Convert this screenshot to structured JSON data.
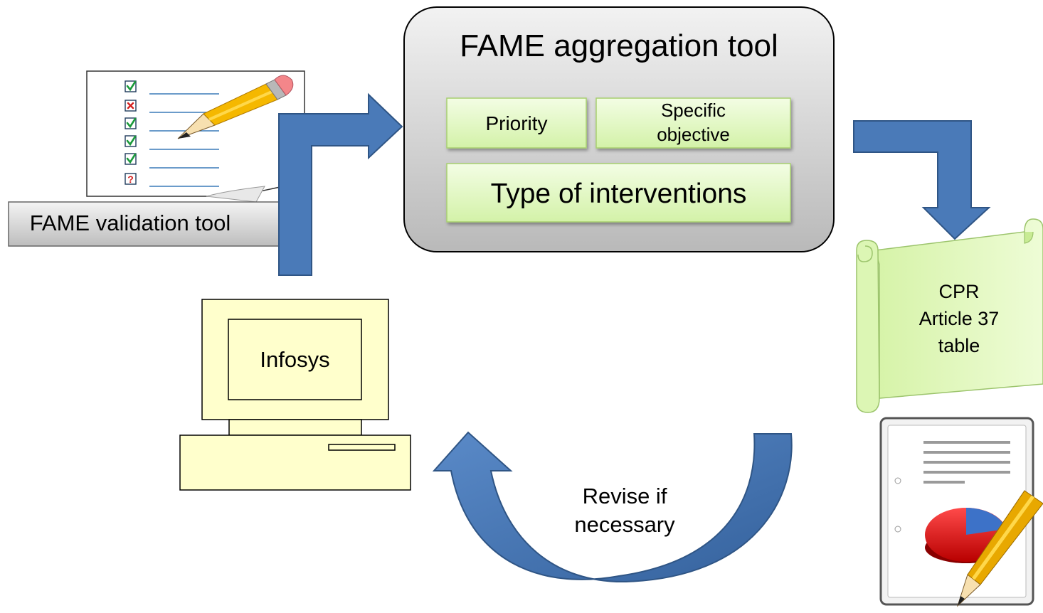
{
  "aggregation_tool": {
    "title": "FAME aggregation tool",
    "priority": "Priority",
    "specific_objective": "Specific objective",
    "type_of_interventions": "Type of interventions"
  },
  "validation_tool": {
    "label": "FAME validation tool"
  },
  "infosys": {
    "label": "Infosys"
  },
  "cpr_scroll": {
    "line1": "CPR",
    "line2": "Article 37",
    "line3": "table"
  },
  "revise": {
    "line1": "Revise if",
    "line2": "necessary"
  },
  "colors": {
    "arrow_blue": "#4a7ab8",
    "box_green": "#e6f8c8",
    "box_grey": "#cfcfcf",
    "computer_yellow": "#ffffcc"
  },
  "icons": [
    "checklist-icon",
    "pencil-icon",
    "computer-icon",
    "scroll-icon",
    "report-chart-icon"
  ]
}
